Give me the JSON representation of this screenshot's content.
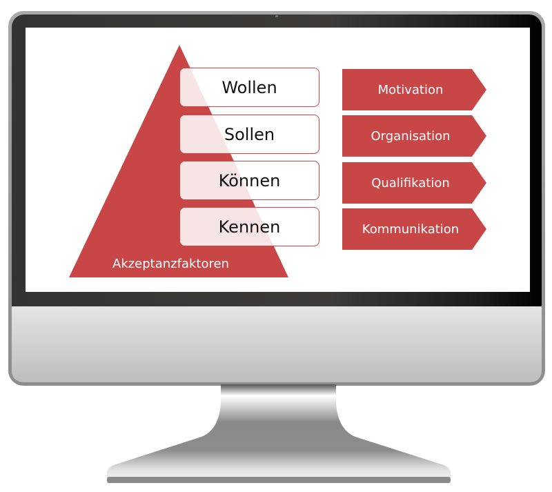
{
  "colors": {
    "accent": "#c84646",
    "bezel": "#333333",
    "chin": "#d0d0d0"
  },
  "pyramid": {
    "label": "Akzeptanzfaktoren",
    "levels": [
      "Wollen",
      "Sollen",
      "Können",
      "Kennen"
    ]
  },
  "factors": [
    "Motivation",
    "Organisation",
    "Qualifikation",
    "Kommunikation"
  ]
}
